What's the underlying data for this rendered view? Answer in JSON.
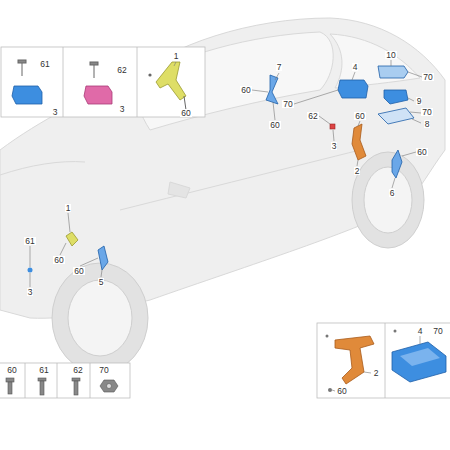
{
  "diagram": {
    "labels": [
      "61",
      "3",
      "62",
      "3",
      "1",
      "60",
      "7",
      "60",
      "60",
      "70",
      "4",
      "10",
      "70",
      "9",
      "70",
      "8",
      "62",
      "60",
      "3",
      "2",
      "60",
      "6",
      "1",
      "61",
      "60",
      "3",
      "60",
      "5",
      "60",
      "61",
      "62",
      "70",
      "2",
      "60",
      "4",
      "70"
    ]
  }
}
